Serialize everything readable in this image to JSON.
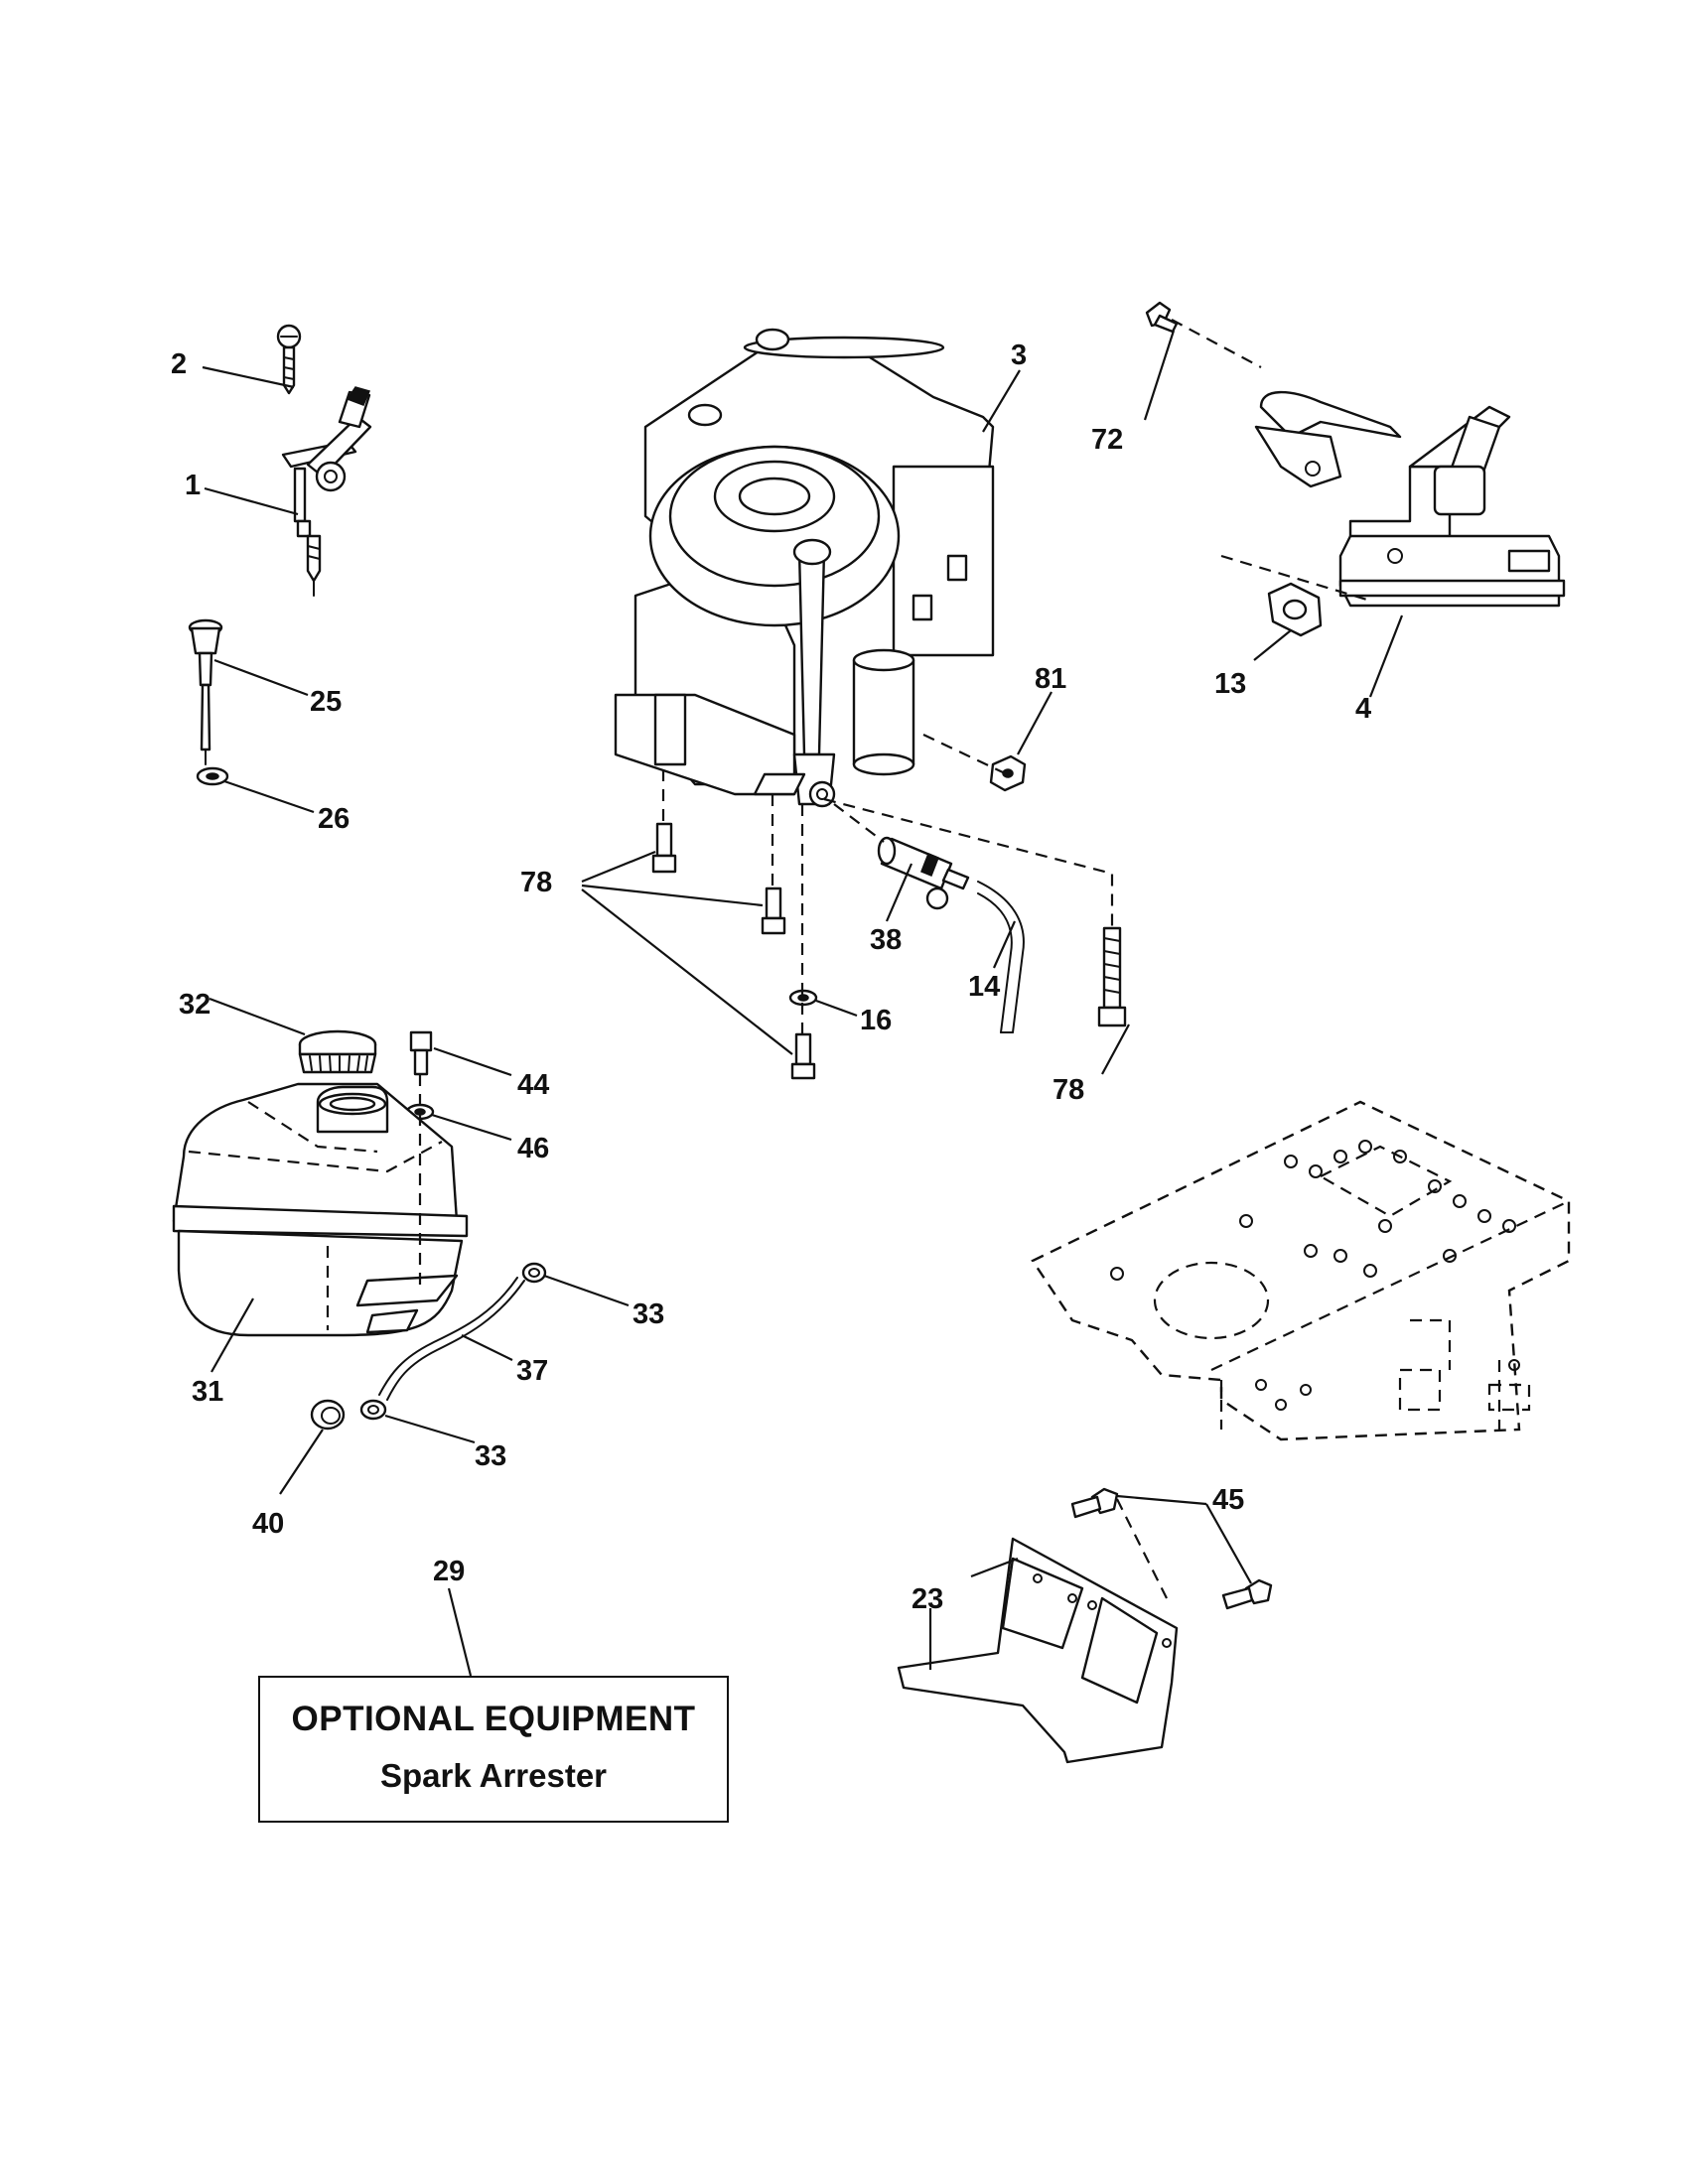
{
  "diagram": {
    "callouts": {
      "c1": "1",
      "c2": "2",
      "c3": "3",
      "c4": "4",
      "c13": "13",
      "c14": "14",
      "c16": "16",
      "c23": "23",
      "c25": "25",
      "c26": "26",
      "c29": "29",
      "c31": "31",
      "c32": "32",
      "c33a": "33",
      "c33b": "33",
      "c37": "37",
      "c38": "38",
      "c40": "40",
      "c44": "44",
      "c45": "45",
      "c46": "46",
      "c72": "72",
      "c78a": "78",
      "c78b": "78",
      "c81": "81"
    },
    "optional_box": {
      "title": "OPTIONAL EQUIPMENT",
      "subtitle": "Spark Arrester"
    }
  }
}
